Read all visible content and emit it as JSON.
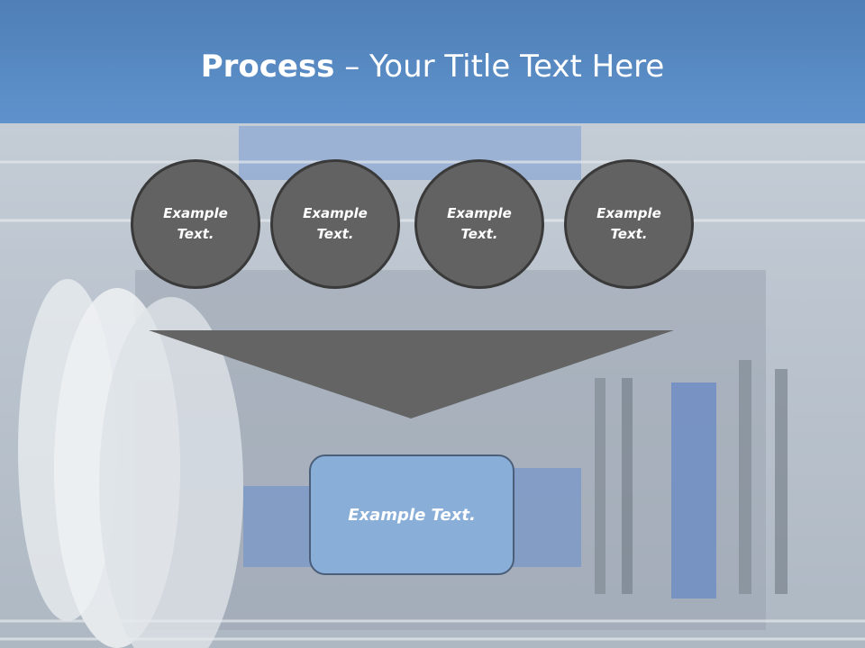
{
  "slide": {
    "title_bold": "Process",
    "title_rest": " – Your Title Text Here",
    "circles": [
      {
        "text": "Example Text."
      },
      {
        "text": "Example Text."
      },
      {
        "text": "Example Text."
      },
      {
        "text": "Example Text."
      }
    ],
    "result_text": "Example Text."
  },
  "colors": {
    "header": "#5b8cc6",
    "circle_fill": "#626262",
    "funnel": "#646464",
    "result_box": "#89aed8"
  }
}
